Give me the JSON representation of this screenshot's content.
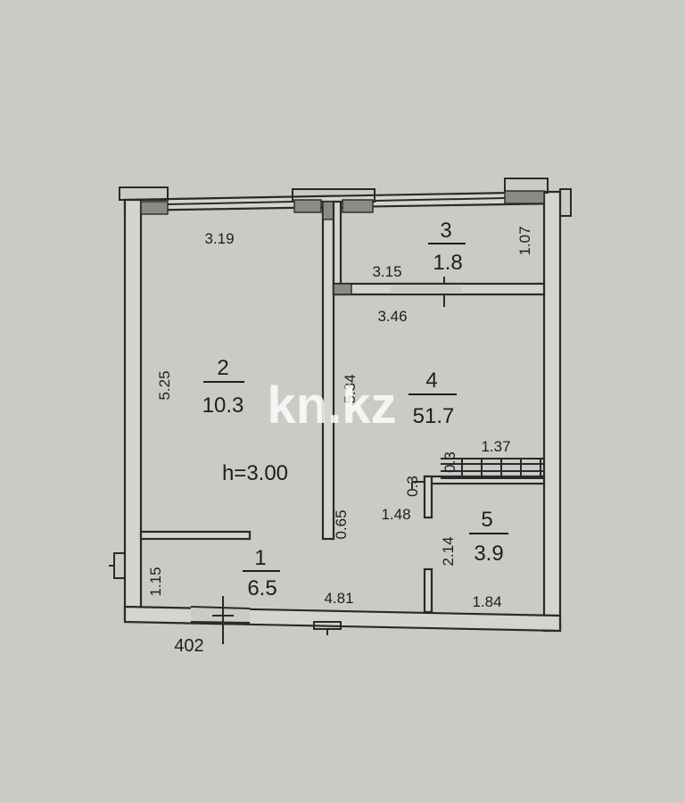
{
  "rooms": [
    {
      "number": "1",
      "area": "6.5"
    },
    {
      "number": "2",
      "area": "10.3"
    },
    {
      "number": "3",
      "area": "1.8"
    },
    {
      "number": "4",
      "area": "51.7"
    },
    {
      "number": "5",
      "area": "3.9"
    }
  ],
  "dimensions": {
    "d_3_19": "3.19",
    "d_5_25": "5.25",
    "d_5_34": "5.34",
    "d_3_15": "3.15",
    "d_3_46": "3.46",
    "d_1_07": "1.07",
    "d_1_37": "1.37",
    "d_0_3a": "0.3",
    "d_0_3b": "0.3",
    "d_1_48": "1.48",
    "d_0_65": "0.65",
    "d_2_14": "2.14",
    "d_1_15": "1.15",
    "d_4_81": "4.81",
    "d_1_84": "1.84",
    "d_402": "402"
  },
  "ceiling_height": "h=3.00",
  "watermark": "kn.kz"
}
